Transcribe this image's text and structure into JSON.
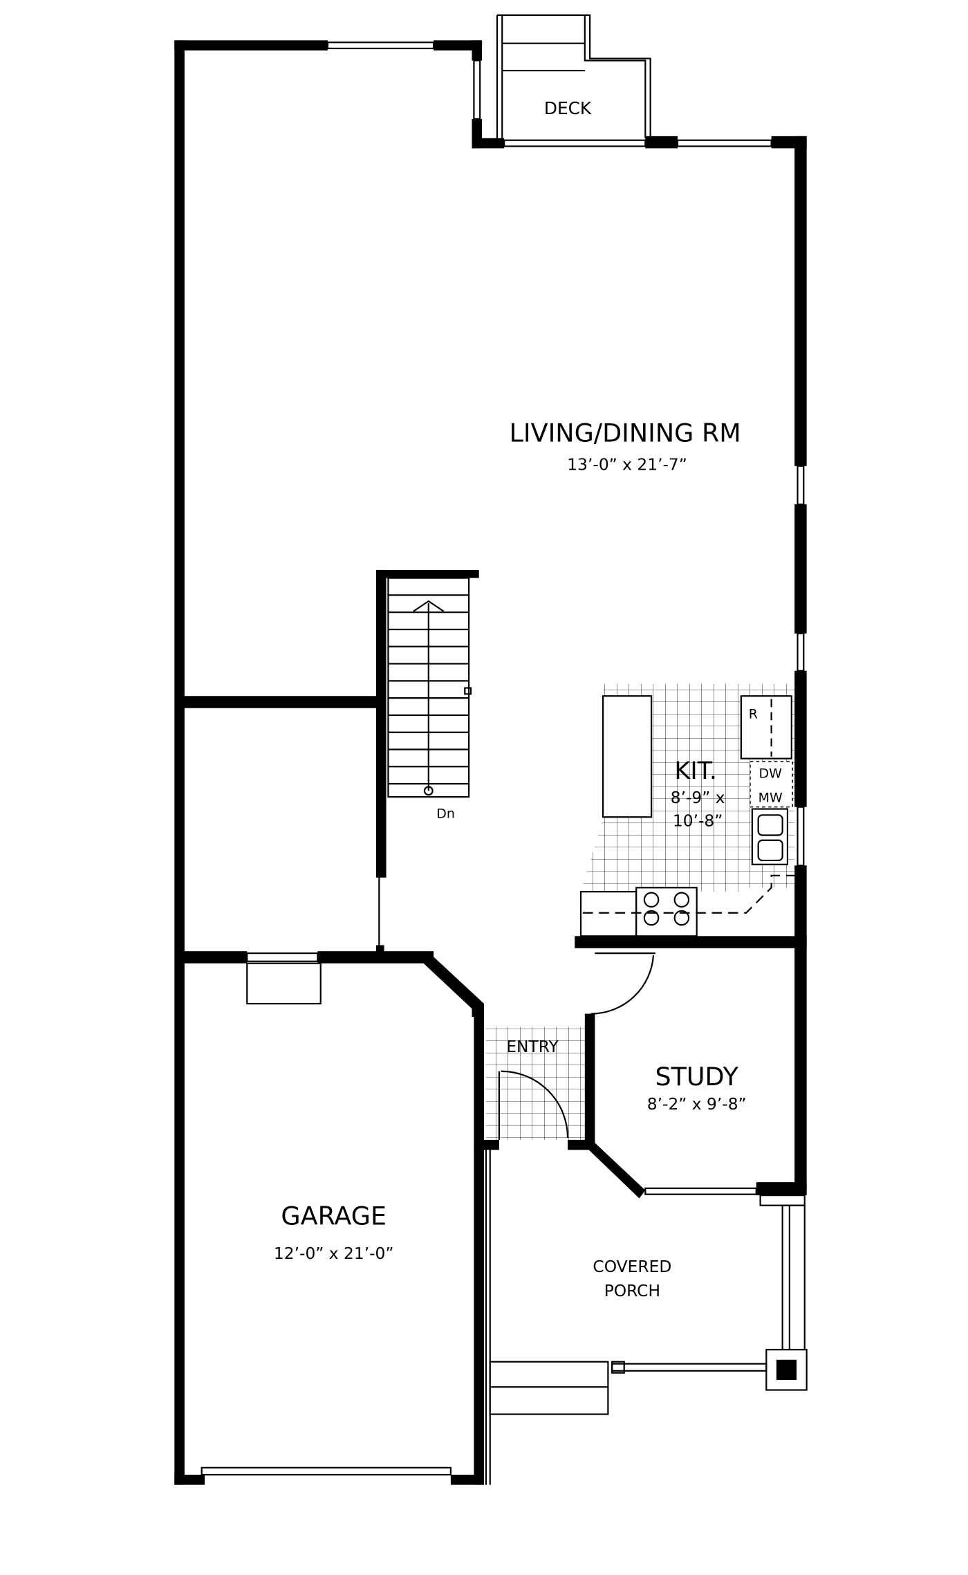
{
  "plan": {
    "rooms": {
      "deck": {
        "name": "DECK"
      },
      "living": {
        "name": "LIVING/DINING RM",
        "size": "13’-0” x 21’-7”"
      },
      "kitchen": {
        "name": "KIT.",
        "size_line1": "8’-9” x",
        "size_line2": "10’-8”"
      },
      "study": {
        "name": "STUDY",
        "size": "8’-2” x 9’-8”"
      },
      "entry": {
        "name": "ENTRY"
      },
      "garage": {
        "name": "GARAGE",
        "size": "12’-0” x 21’-0”"
      },
      "porch": {
        "name_line1": "COVERED",
        "name_line2": "PORCH"
      }
    },
    "appliances": {
      "fridge": "R",
      "dishwasher": "DW",
      "microwave": "MW"
    },
    "stairs": {
      "label": "Dn"
    }
  }
}
